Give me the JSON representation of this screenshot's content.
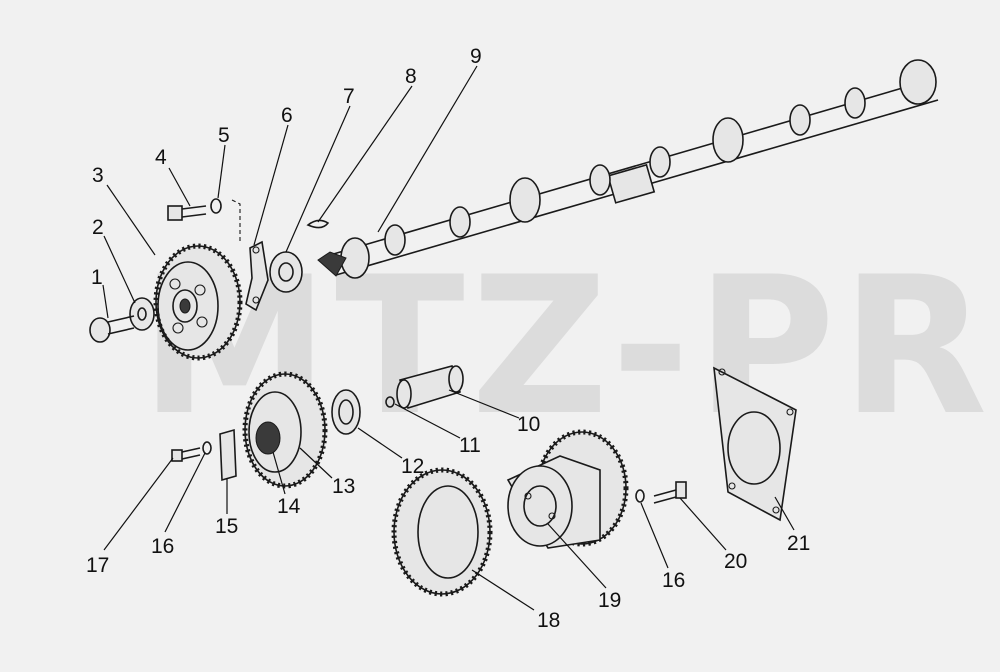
{
  "watermark": "MTZ-PRO",
  "labels": {
    "p1": "1",
    "p2": "2",
    "p3": "3",
    "p4": "4",
    "p5": "5",
    "p6": "6",
    "p7": "7",
    "p8": "8",
    "p9": "9",
    "p10": "10",
    "p11": "11",
    "p12": "12",
    "p13": "13",
    "p14": "14",
    "p15": "15",
    "p16a": "16",
    "p16b": "16",
    "p17": "17",
    "p18": "18",
    "p19": "19",
    "p20": "20",
    "p21": "21"
  }
}
